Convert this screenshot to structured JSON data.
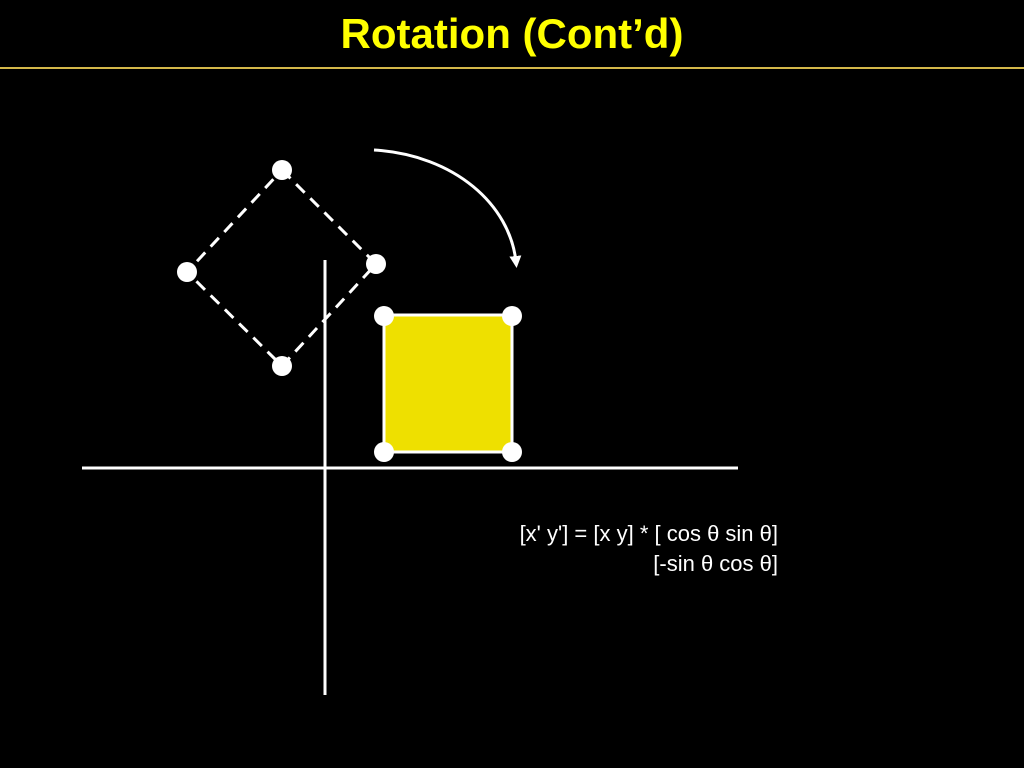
{
  "slide": {
    "title": "Rotation (Cont’d)",
    "formula": {
      "line1": "[x' y'] = [x y] * [ cos θ sin θ]",
      "line2": "[-sin θ cos θ]"
    }
  },
  "colors": {
    "background": "#000000",
    "title": "#FFFF00",
    "title_rule": "#D4B84A",
    "square_fill": "#EEE000",
    "lines": "#FFFFFF"
  }
}
